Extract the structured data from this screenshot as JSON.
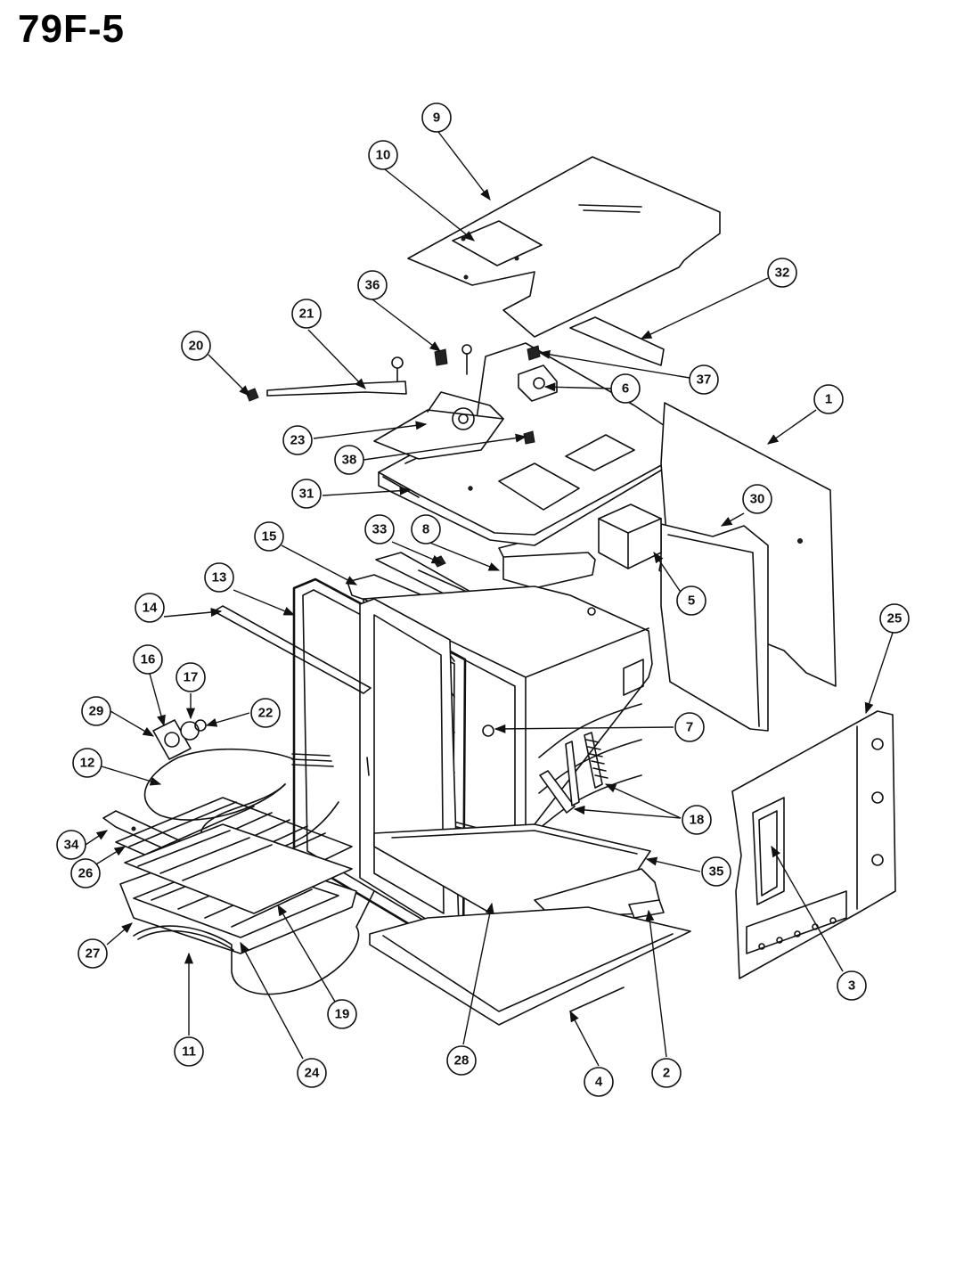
{
  "title": "79F-5",
  "callouts": [
    {
      "id": "1"
    },
    {
      "id": "2"
    },
    {
      "id": "3"
    },
    {
      "id": "4"
    },
    {
      "id": "5"
    },
    {
      "id": "6"
    },
    {
      "id": "7"
    },
    {
      "id": "8"
    },
    {
      "id": "9"
    },
    {
      "id": "10"
    },
    {
      "id": "11"
    },
    {
      "id": "12"
    },
    {
      "id": "13"
    },
    {
      "id": "14"
    },
    {
      "id": "15"
    },
    {
      "id": "16"
    },
    {
      "id": "17"
    },
    {
      "id": "18"
    },
    {
      "id": "19"
    },
    {
      "id": "20"
    },
    {
      "id": "21"
    },
    {
      "id": "22"
    },
    {
      "id": "23"
    },
    {
      "id": "24"
    },
    {
      "id": "25"
    },
    {
      "id": "26"
    },
    {
      "id": "27"
    },
    {
      "id": "28"
    },
    {
      "id": "29"
    },
    {
      "id": "30"
    },
    {
      "id": "31"
    },
    {
      "id": "32"
    },
    {
      "id": "33"
    },
    {
      "id": "34"
    },
    {
      "id": "35"
    },
    {
      "id": "36"
    },
    {
      "id": "37"
    },
    {
      "id": "38"
    }
  ]
}
